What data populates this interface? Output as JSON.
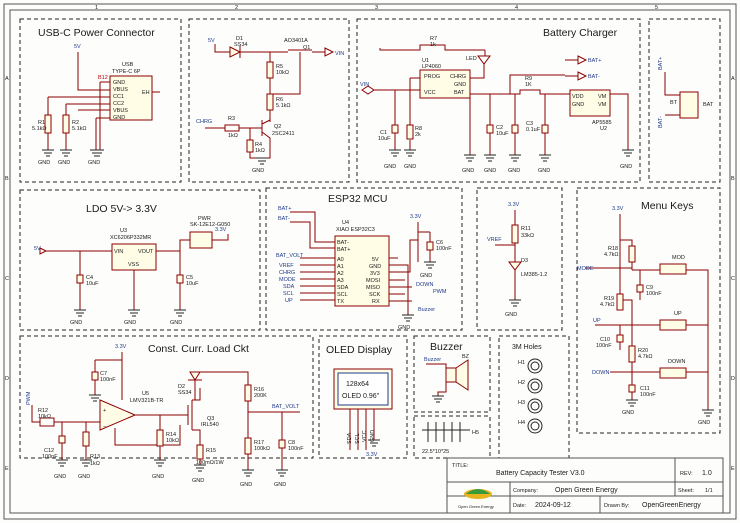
{
  "sections": {
    "usb": "USB-C Power Connector",
    "charger": "Battery Charger",
    "ldo": "LDO 5V-> 3.3V",
    "mcu": "ESP32 MCU",
    "menu": "Menu Keys",
    "load": "Const. Curr. Load Ckt",
    "oled": "OLED Display",
    "buzzer": "Buzzer",
    "holes": "3M Holes"
  },
  "title_block": {
    "title_label": "TITLE:",
    "title": "Battery Capacity Tester V3.0",
    "rev_label": "REV:",
    "rev": "1.0",
    "company_label": "Company:",
    "company": "Open Green Energy",
    "sheet_label": "Sheet:",
    "sheet": "1/1",
    "date_label": "Date:",
    "date": "2024-09-12",
    "drawn_label": "Drawn By:",
    "drawn": "OpenGreenEnergy",
    "logo_text": "Open Green Energy"
  },
  "oled": {
    "line1": "128x64",
    "line2": "OLED 0.96\""
  },
  "labels": {
    "usb_ref": "USB",
    "usb_val": "TYPE-C 6P",
    "usb_pins": [
      "GND",
      "VBUS",
      "CC1",
      "CC2",
      "VBUS",
      "GND"
    ],
    "usb_sh": "EH",
    "r1": "R1",
    "r1v": "5.1kΩ",
    "r2": "R2",
    "r2v": "5.1kΩ",
    "d1": "D1",
    "d1v": "SS34",
    "q1": "AO3401A",
    "q1r": "Q1",
    "r5": "R5",
    "r5v": "10kΩ",
    "r6": "R6",
    "r6v": "5.1kΩ",
    "r3": "R3",
    "r3v": "1kΩ",
    "q2": "Q2",
    "q2v": "2SC2411",
    "r4": "R4",
    "r4v": "1kΩ",
    "chrg": "CHRG",
    "vin": "VIN",
    "v5": "5V",
    "v33": "3.3V",
    "gnd": "GND",
    "r7": "R7",
    "r7v": "1k",
    "u1": "U1",
    "u1v": "LP4060",
    "led": "LED",
    "r8": "R8",
    "r8v": "2k",
    "c1": "C1",
    "c1v": "10uF",
    "c2": "C2",
    "c2v": "10uF",
    "c3": "C3",
    "c3v": "0.1uF",
    "r9": "R9",
    "r9v": "1K",
    "u2": "U2",
    "u2v": "AP5585",
    "batp": "BAT+",
    "batn": "BAT-",
    "bat": "BAT",
    "bt": "BT",
    "bat_volt": "BAT_VOLT",
    "u3": "U3",
    "u3v": "XC6206P332MR",
    "vin_pin": "VIN",
    "vout_pin": "VOUT",
    "vss": "VSS",
    "pwr": "PWR",
    "pwr_v": "SK-12E12-G050",
    "c4": "C4",
    "c4v": "10uF",
    "c5": "C5",
    "c5v": "10uF",
    "u4": "U4",
    "u4v": "XIAO ESP32C3",
    "c6": "C6",
    "c6v": "100nF",
    "mcu_left": [
      "BAT-",
      "BAT+",
      "A0",
      "A1",
      "A2",
      "A3",
      "SDA",
      "SCL",
      "TX"
    ],
    "mcu_right": [
      "5V",
      "GND",
      "3V3",
      "MOSI",
      "MISO",
      "SCK",
      "RX"
    ],
    "nets_left": [
      "BAT_VOLT",
      "VREF",
      "CHRG",
      "MODE",
      "SDA",
      "SCL",
      "UP"
    ],
    "nets_right": [
      "DOWN",
      "PWM",
      "Buzzer"
    ],
    "r11": "R11",
    "r11v": "33kΩ",
    "d3": "D3",
    "d3v": "LM385-1.2",
    "vref": "VREF",
    "r18": "R18",
    "r18v": "4.7kΩ",
    "mode": "MODE",
    "mod": "MOD",
    "c9": "C9",
    "c9v": "100nF",
    "r19": "R19",
    "r19v": "4.7kΩ",
    "up": "UP",
    "c10": "C10",
    "c10v": "100nF",
    "r20": "R20",
    "r20v": "4.7kΩ",
    "down": "DOWN",
    "c11": "C11",
    "c11v": "100nF",
    "c7": "C7",
    "c7v": "100nF",
    "pwm": "PWM",
    "r12": "R12",
    "r12v": "10kΩ",
    "u5": "U5",
    "u5v": "LMV321B-TR",
    "d2": "D2",
    "d2v": "SS34",
    "q3": "Q3",
    "q3v": "IRL540",
    "r16": "R16",
    "r16v": "200K",
    "r17": "R17",
    "r17v": "100kΩ",
    "c8": "C8",
    "c8v": "100nF",
    "c12": "C12",
    "c12v": "100nF",
    "r13": "R13",
    "r13v": "1kΩ",
    "r14": "R14",
    "r14v": "10kΩ",
    "r15": "R15",
    "r15v": "100mΩ/1W",
    "buzzer_net": "Buzzer",
    "bz": "BZ",
    "holes": [
      "H1",
      "H2",
      "H3",
      "H4"
    ],
    "h5": "H5",
    "h5v": "22.5*10*25"
  }
}
